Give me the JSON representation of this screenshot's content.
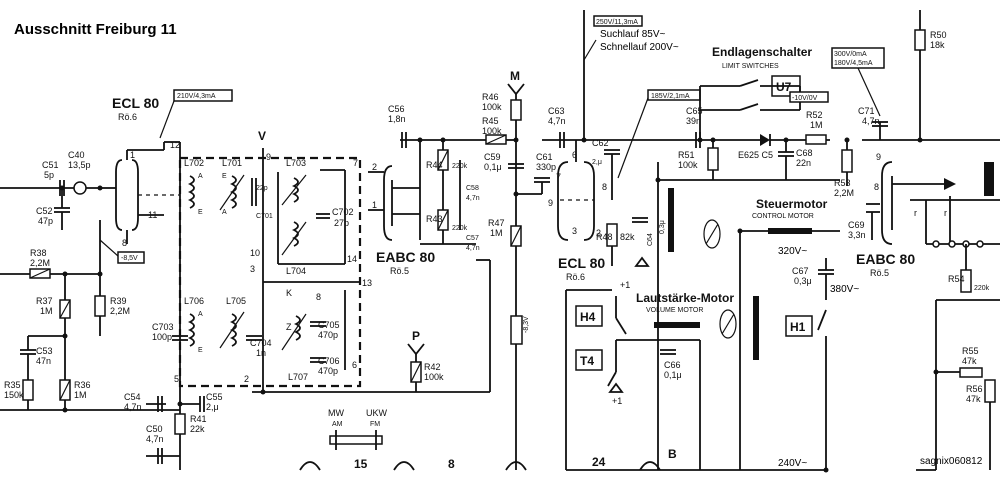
{
  "title": "Ausschnitt Freiburg 11",
  "signature": "sagnix060812",
  "notes": {
    "suchlauf": "Suchlauf  85V~",
    "schnelllauf": "Schnellauf 200V~",
    "v320": "320V~",
    "v380": "380V~",
    "v240": "240V~"
  },
  "tubes": {
    "ecl80_left": {
      "name": "ECL 80",
      "sub": "Rö.6"
    },
    "eabc80_mid": {
      "name": "EABC 80",
      "sub": "Rö.5"
    },
    "ecl80_mid": {
      "name": "ECL 80",
      "sub": "Rö.6"
    },
    "eabc80_right": {
      "name": "EABC 80",
      "sub": "Rö.5"
    }
  },
  "boxes": {
    "v210": "210V/4,3mA",
    "v250": "250V/11,3mA",
    "v185": "185V/2,1mA",
    "v300": "300V/0mA",
    "v180": "180V/4,5mA",
    "m85": "-8,5V",
    "m83": "-8,3V",
    "m10": "-10V/0V"
  },
  "switches": {
    "u7": "U7",
    "h4": "H4",
    "t4": "T4",
    "h1": "H1",
    "endlagen": "Endlagenschalter",
    "limit": "LIMIT  SWITCHES",
    "mw": "MW",
    "am": "AM",
    "ukw": "UKW",
    "fm": "FM"
  },
  "motors": {
    "laut": "Lautstärke-Motor",
    "vol": "VOLUME  MOTOR",
    "steuer": "Steuermotor",
    "control": "CONTROL  MOTOR"
  },
  "nodes": {
    "v": "V",
    "m": "M",
    "p": "P",
    "n15": "15",
    "n8": "8",
    "n24": "24",
    "nb": "B",
    "plus1a": "+1",
    "plus1b": "+1"
  },
  "components": {
    "c51": {
      "ref": "C51",
      "val": "5p"
    },
    "c52": {
      "ref": "C52",
      "val": "47p"
    },
    "c40": {
      "ref": "C40",
      "val": "13,5p"
    },
    "r38": {
      "ref": "R38",
      "val": "2,2M"
    },
    "r37": {
      "ref": "R37",
      "val": "1M"
    },
    "r39": {
      "ref": "R39",
      "val": "2,2M"
    },
    "c53": {
      "ref": "C53",
      "val": "47n"
    },
    "r35": {
      "ref": "R35",
      "val": "150k"
    },
    "r36": {
      "ref": "R36",
      "val": "1M"
    },
    "c703": {
      "ref": "C703",
      "val": "100p"
    },
    "c704": {
      "ref": "C704",
      "val": "1n"
    },
    "c701": {
      "ref": "C701",
      "val": "22p"
    },
    "c702": {
      "ref": "C702",
      "val": "27p"
    },
    "c705": {
      "ref": "C705",
      "val": "470p"
    },
    "c706": {
      "ref": "C706",
      "val": "470p"
    },
    "c54": {
      "ref": "C54",
      "val": "4,7n"
    },
    "c55": {
      "ref": "C55",
      "val": "2,μ"
    },
    "r41": {
      "ref": "R41",
      "val": "22k"
    },
    "c50": {
      "ref": "C50",
      "val": "4,7n"
    },
    "c56": {
      "ref": "C56",
      "val": "1,8n"
    },
    "r44": {
      "ref": "R44",
      "val": "220k"
    },
    "r43": {
      "ref": "R43",
      "val": "220k"
    },
    "c58": {
      "ref": "C58",
      "val": "4,7n"
    },
    "c57": {
      "ref": "C57",
      "val": "4,7n"
    },
    "r46": {
      "ref": "R46",
      "val": "100k"
    },
    "r45": {
      "ref": "R45",
      "val": "100k"
    },
    "c59": {
      "ref": "C59",
      "val": "0,1μ"
    },
    "r47": {
      "ref": "R47",
      "val": "1M"
    },
    "r42": {
      "ref": "R42",
      "val": "100k"
    },
    "c61": {
      "ref": "C61",
      "val": "330p"
    },
    "c63": {
      "ref": "C63",
      "val": "4,7n"
    },
    "c62": {
      "ref": "C62",
      "val": "2,μ"
    },
    "r48": {
      "ref": "R48",
      "val": "82k"
    },
    "c64": {
      "ref": "C64",
      "val": "0,3μ"
    },
    "c65": {
      "ref": "C65",
      "val": "39n"
    },
    "r51": {
      "ref": "R51",
      "val": "100k"
    },
    "e625": {
      "ref": "E625 C5",
      "val": ""
    },
    "c68": {
      "ref": "C68",
      "val": "22n"
    },
    "r52": {
      "ref": "R52",
      "val": "1M"
    },
    "r53": {
      "ref": "R53",
      "val": "2,2M"
    },
    "c69": {
      "ref": "C69",
      "val": "3,3n"
    },
    "c71": {
      "ref": "C71",
      "val": "4,7n"
    },
    "r50": {
      "ref": "R50",
      "val": "18k"
    },
    "c66": {
      "ref": "C66",
      "val": "0,1μ"
    },
    "c67": {
      "ref": "C67",
      "val": "0,3μ"
    },
    "r54": {
      "ref": "R54",
      "val": "220k"
    },
    "r55": {
      "ref": "R55",
      "val": "47k"
    },
    "r56": {
      "ref": "R56",
      "val": "47k"
    }
  },
  "coils": {
    "l702": "L702",
    "l701": "L701",
    "l703": "L703",
    "l704": "L704",
    "l706": "L706",
    "l705": "L705",
    "l707": "L707"
  },
  "pins": {
    "p12": "12",
    "p1": "1",
    "p11": "11",
    "p9": "9",
    "p7": "7",
    "p10": "10",
    "p3": "3",
    "p14": "14",
    "p13": "13",
    "p8": "8",
    "p6": "6",
    "p5": "5",
    "p2": "2",
    "e1": "E",
    "e2": "E",
    "a1": "A",
    "a2": "A",
    "k": "K",
    "z": "Z",
    "t6": "6",
    "t7": "7",
    "t8": "8",
    "t9": "9",
    "t3": "3",
    "t2": "2",
    "t1": "1",
    "r9": "9",
    "r8": "8",
    "r1": "r",
    "r2": "r"
  }
}
